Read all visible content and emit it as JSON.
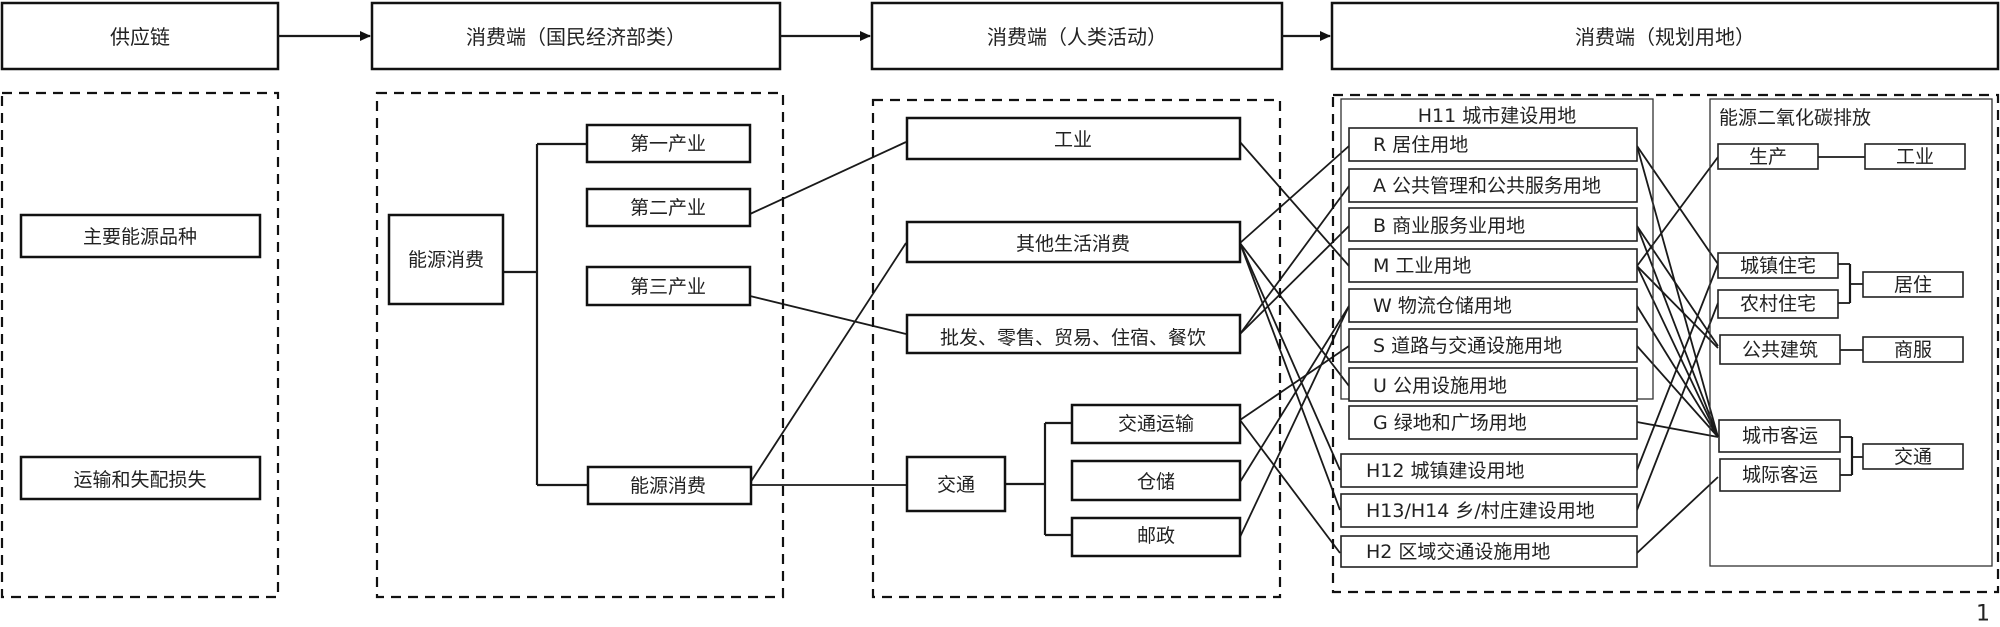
{
  "stages": {
    "supply_chain": "供应链",
    "consumer_sector": "消费端（国民经济部类）",
    "consumer_activity": "消费端（人类活动）",
    "consumer_landuse": "消费端（规划用地）"
  },
  "supply": {
    "energy_types": "主要能源品种",
    "transmission_loss": "运输和失配损失"
  },
  "sector": {
    "root": "能源消费",
    "primary": "第一产业",
    "secondary": "第二产业",
    "tertiary": "第三产业",
    "energy": "能源消费"
  },
  "activity": {
    "industry": "工业",
    "other_living": "其他生活消费",
    "wholesale": "批发、零售、贸易、住宿、餐饮",
    "transport": "交通",
    "transport_sub": {
      "transportation": "交通运输",
      "storage": "仓储",
      "postal": "邮政"
    }
  },
  "landuse": {
    "h11_title": "H11 城市建设用地",
    "h11_items": [
      "R 居住用地",
      "A 公共管理和公共服务用地",
      "B 商业服务业用地",
      "M 工业用地",
      "W 物流仓储用地",
      "S 道路与交通设施用地",
      "U 公用设施用地",
      "G 绿地和广场用地"
    ],
    "h12": "H12 城镇建设用地",
    "h13_h14": "H13/H14 乡/村庄建设用地",
    "h2": "H2 区域交通设施用地"
  },
  "emission": {
    "title": "能源二氧化碳排放",
    "production": "生产",
    "industry": "工业",
    "urban_housing": "城镇住宅",
    "rural_housing": "农村住宅",
    "residential": "居住",
    "public_building": "公共建筑",
    "commercial": "商服",
    "urban_passenger": "城市客运",
    "intercity_passenger": "城际客运",
    "transport": "交通"
  },
  "page_number": "1"
}
